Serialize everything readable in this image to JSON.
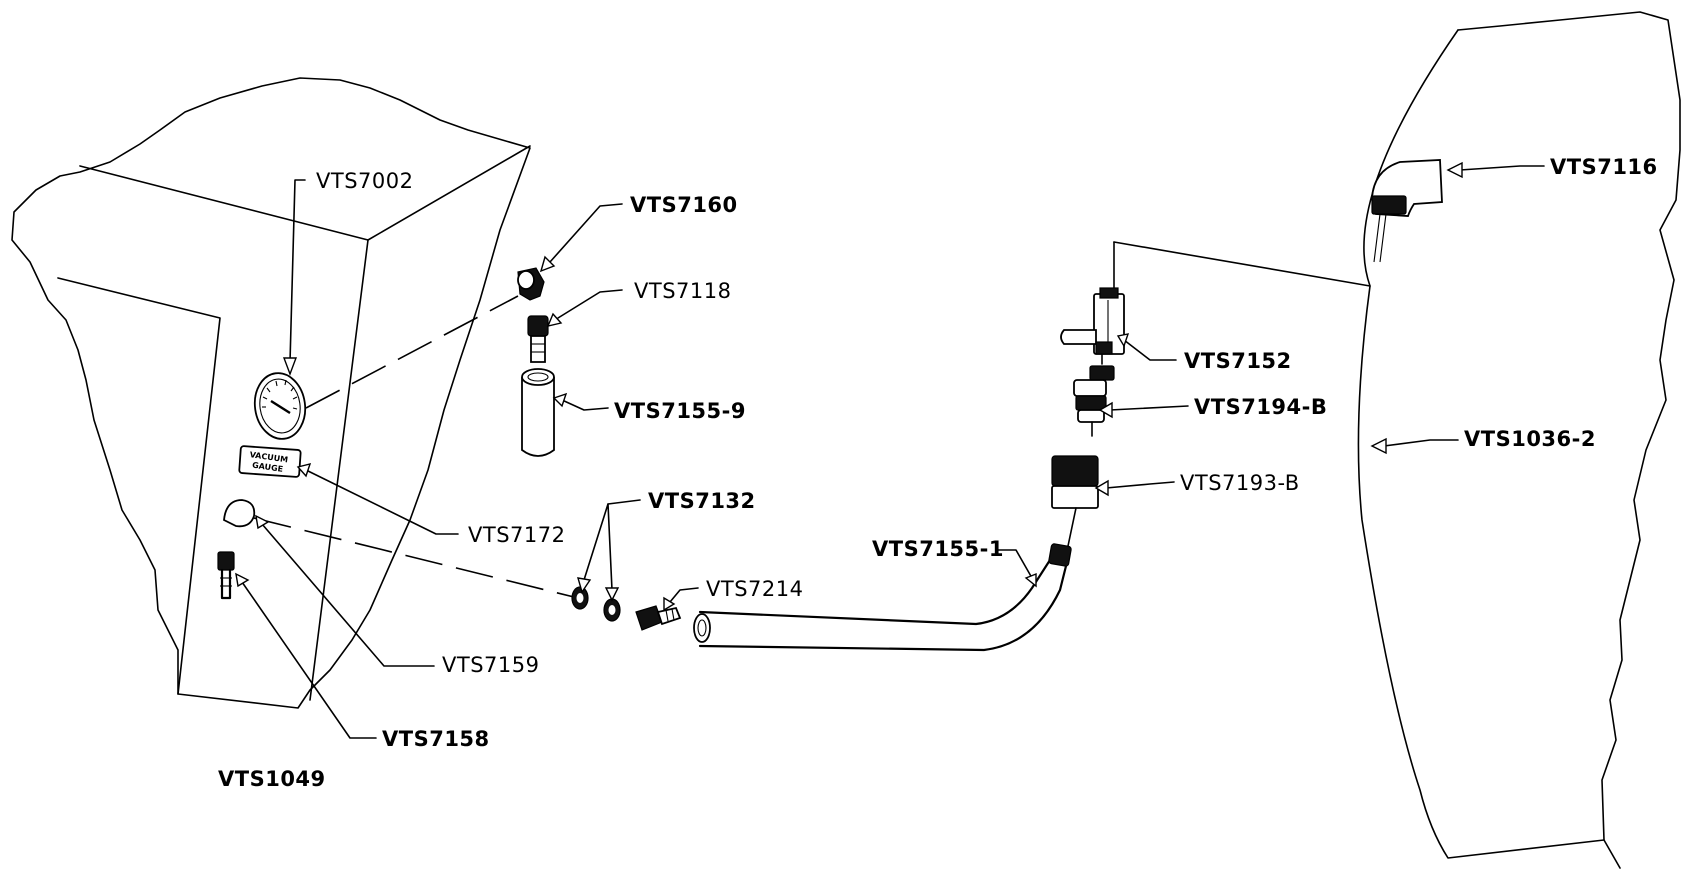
{
  "diagram": {
    "labels": {
      "vts7002": "VTS7002",
      "vts7160": "VTS7160",
      "vts7118": "VTS7118",
      "vts7155_9": "VTS7155-9",
      "vts7172": "VTS7172",
      "vts7132": "VTS7132",
      "vts7214": "VTS7214",
      "vts7159": "VTS7159",
      "vts7158": "VTS7158",
      "vts1049": "VTS1049",
      "vts7155_1": "VTS7155-1",
      "vts7152": "VTS7152",
      "vts7194_b": "VTS7194-B",
      "vts7193_b": "VTS7193-B",
      "vts1036_2": "VTS1036-2",
      "vts7116": "VTS7116"
    },
    "gauge_plate": {
      "line1": "VACUUM",
      "line2": "GAUGE"
    }
  }
}
